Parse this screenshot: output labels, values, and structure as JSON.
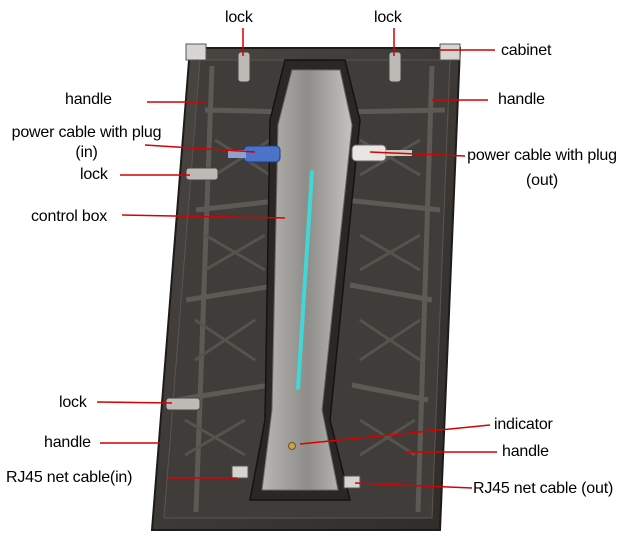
{
  "labels": {
    "lock_top_left": "lock",
    "lock_top_right": "lock",
    "cabinet": "cabinet",
    "handle_top_left": "handle",
    "handle_top_right": "handle",
    "power_in_line1": "power cable with plug",
    "power_in_line2": "(in)",
    "power_out_line1": "power cable with plug",
    "power_out_line2": "(out)",
    "lock_mid_left": "lock",
    "control_box": "control box",
    "lock_bottom_left": "lock",
    "indicator": "indicator",
    "handle_bottom_left": "handle",
    "handle_bottom_right": "handle",
    "rj45_in": "RJ45 net cable(in)",
    "rj45_out": "RJ45 net cable (out)"
  },
  "colors": {
    "leader_line": "#d80000",
    "cabinet_body": "#3d3a37",
    "cabinet_frame": "#2b2826",
    "control_box_face": "#9e9c98",
    "indicator_strip": "#43d6d6"
  }
}
